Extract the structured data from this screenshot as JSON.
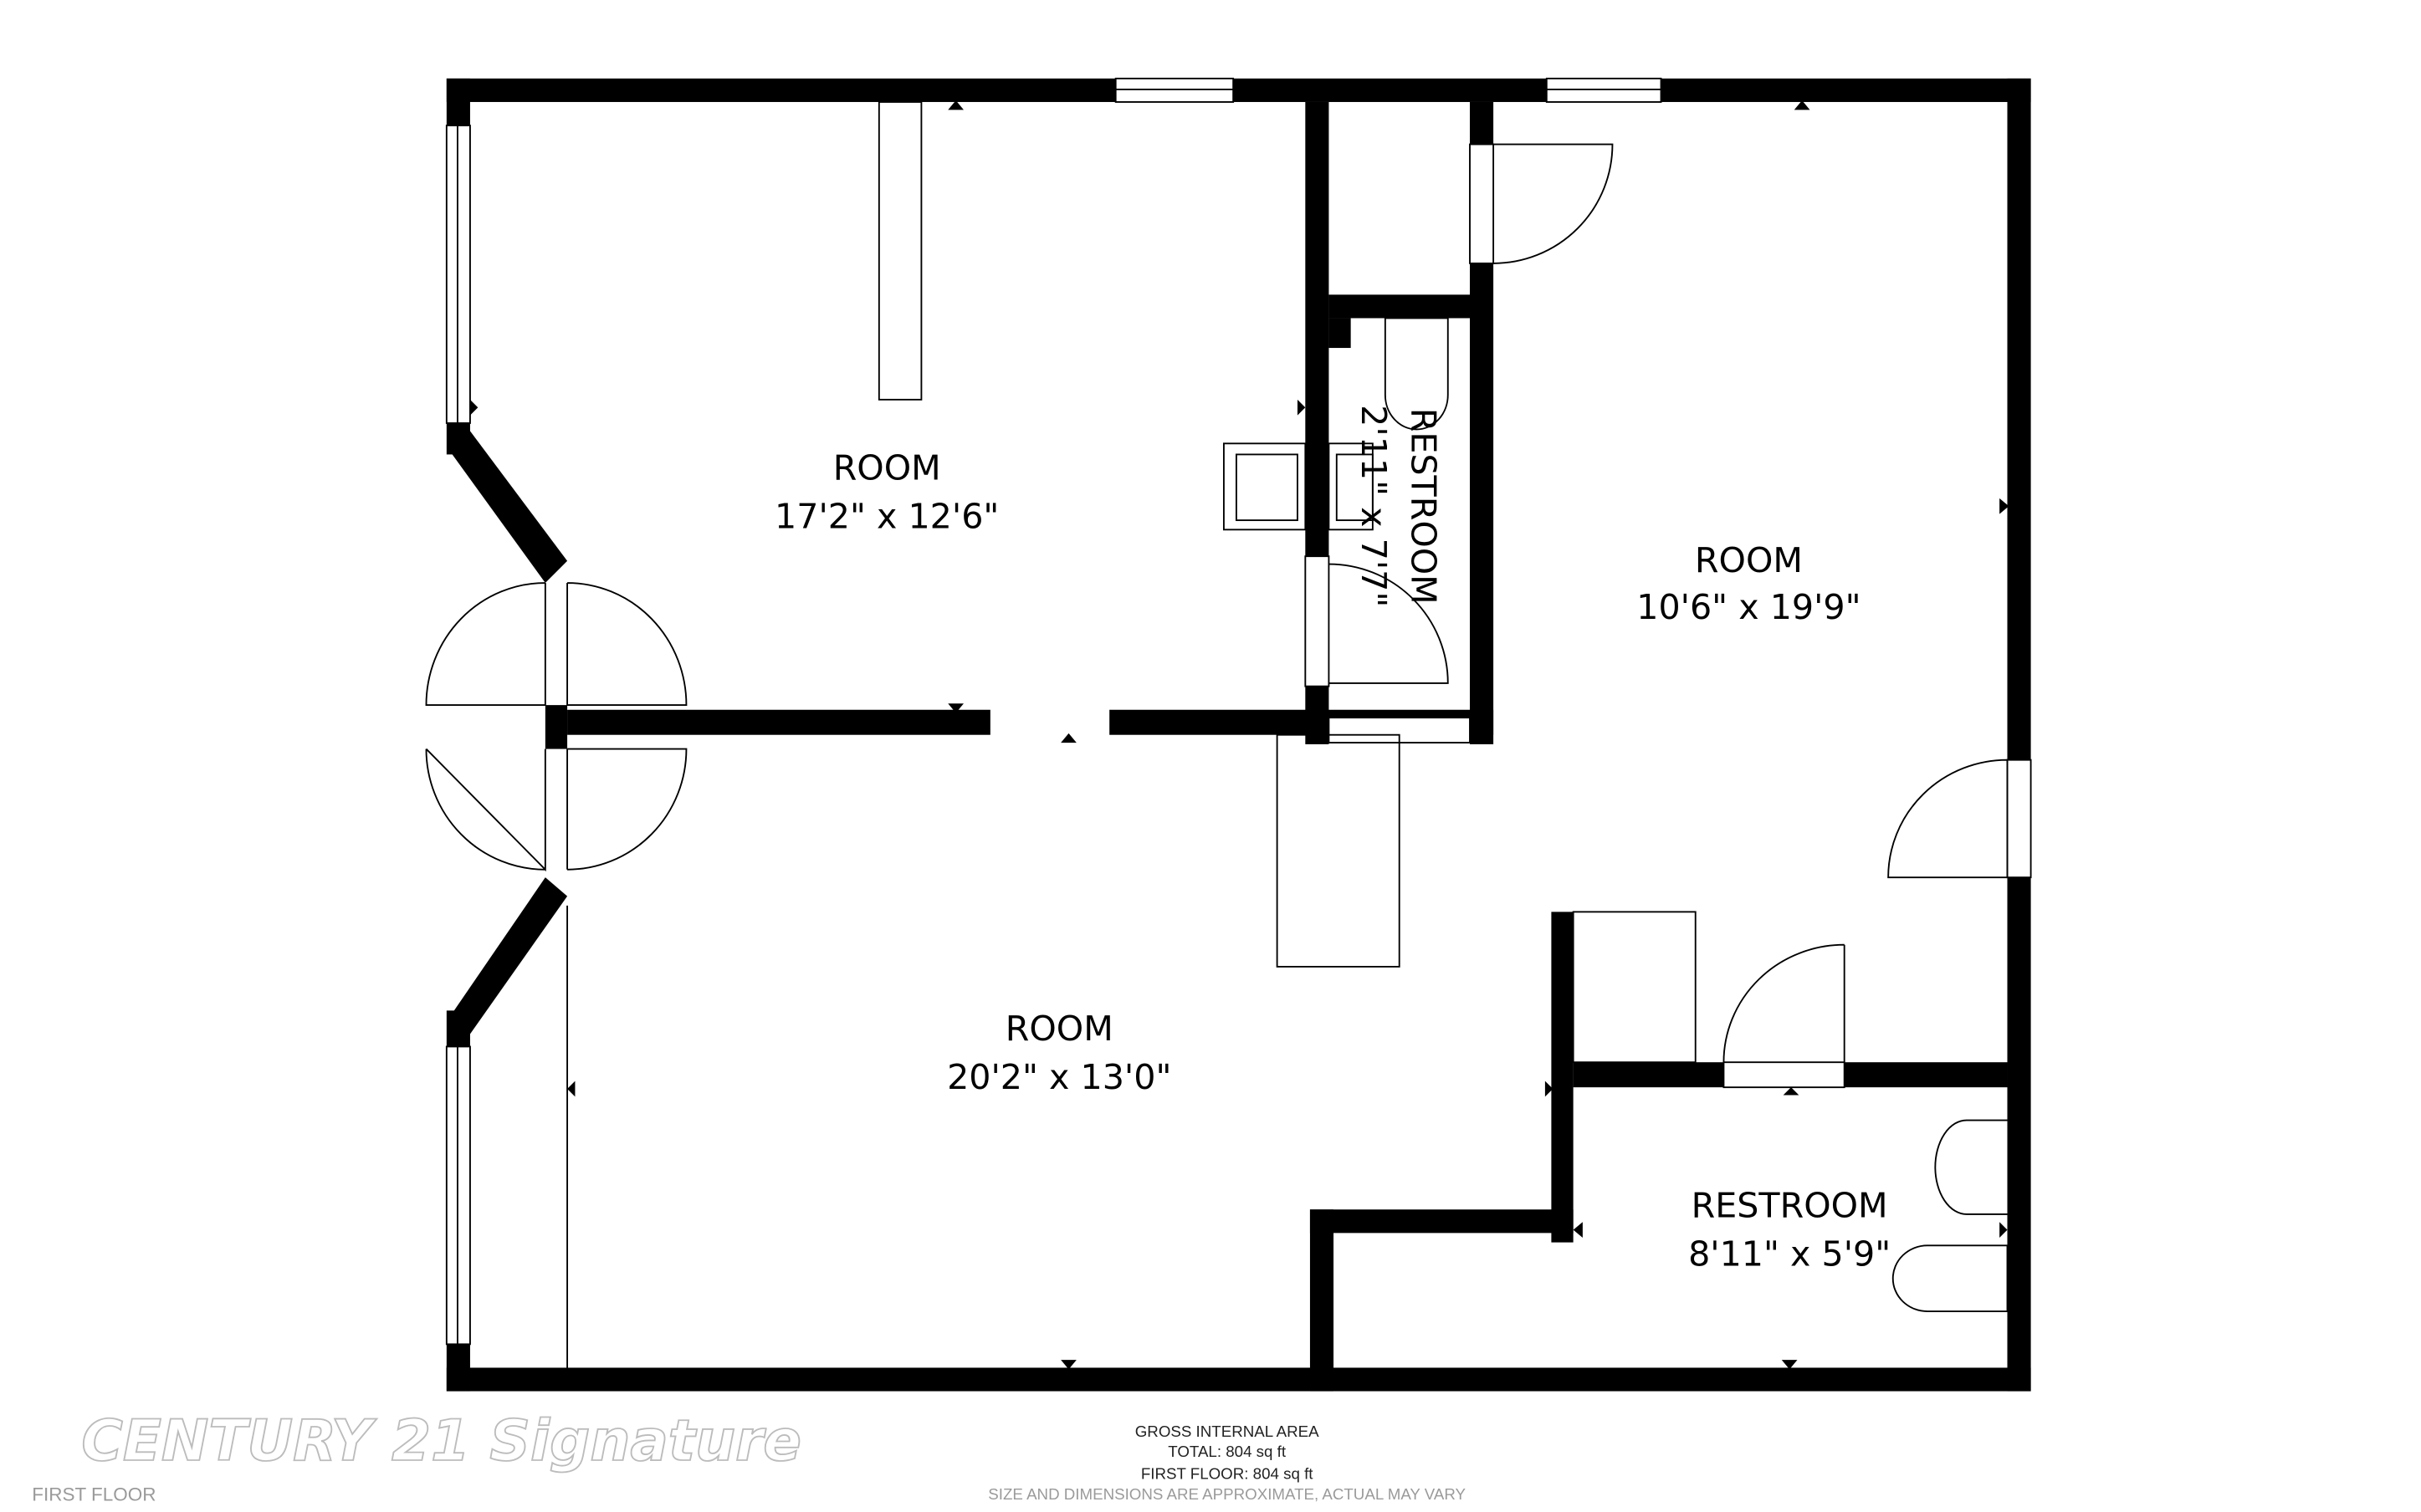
{
  "rooms": [
    {
      "name": "ROOM",
      "size": "17'2\" x 12'6\""
    },
    {
      "name": "ROOM",
      "size": "10'6\" x 19'9\""
    },
    {
      "name": "ROOM",
      "size": "20'2\" x 13'0\""
    },
    {
      "name": "RESTROOM",
      "size": "2'11\" x 7'7\""
    },
    {
      "name": "RESTROOM",
      "size": "8'11\" x 5'9\""
    }
  ],
  "footer": {
    "logo": "CENTURY 21 Signature",
    "floor_label": "FIRST FLOOR",
    "area_title": "GROSS INTERNAL AREA",
    "total": "TOTAL: 804 sq ft",
    "first_floor": "FIRST FLOOR: 804 sq ft",
    "disclaimer": "SIZE AND DIMENSIONS ARE APPROXIMATE, ACTUAL MAY VARY"
  },
  "colors": {
    "wall": "#000000",
    "background": "#ffffff",
    "logo_outline": "#bcbcbc"
  }
}
